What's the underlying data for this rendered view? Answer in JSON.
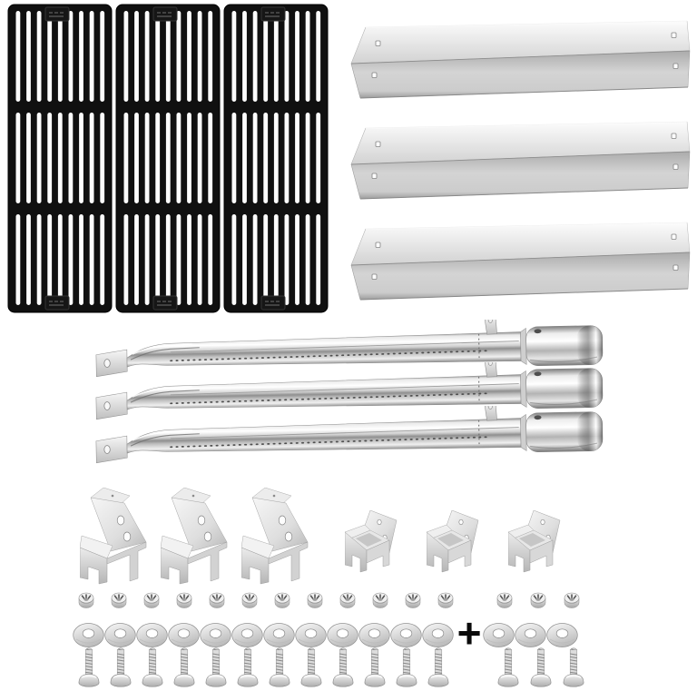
{
  "page": {
    "background_color": "#ffffff",
    "description": "Product photo of a gas grill replacement parts kit on white background"
  },
  "parts": {
    "grates": {
      "label": "porcelain cast iron cooking grates",
      "count": 3,
      "color": "#111111",
      "sections_per_grate": 3,
      "slots_per_section": 9
    },
    "heat_plates": {
      "label": "stainless steel heat plate shields",
      "count": 3,
      "color": "#d6d6d6",
      "holes_per_plate": 4
    },
    "burners": {
      "label": "stainless steel tube burners",
      "count": 3,
      "color": "#e0e0e0"
    },
    "large_brackets": {
      "label": "large burner mounting brackets",
      "count": 3,
      "holes_per_bracket": 2
    },
    "small_brackets": {
      "label": "small support brackets",
      "count": 3,
      "holes_per_bracket": 2
    },
    "hardware": {
      "nuts": {
        "label": "hex nuts",
        "main_count": 12,
        "extra_count": 3
      },
      "washers": {
        "label": "flat washers",
        "main_count": 12,
        "extra_count": 3
      },
      "screws": {
        "label": "pan head screws",
        "main_count": 12,
        "extra_count": 3
      },
      "plus_sign": "+"
    }
  }
}
